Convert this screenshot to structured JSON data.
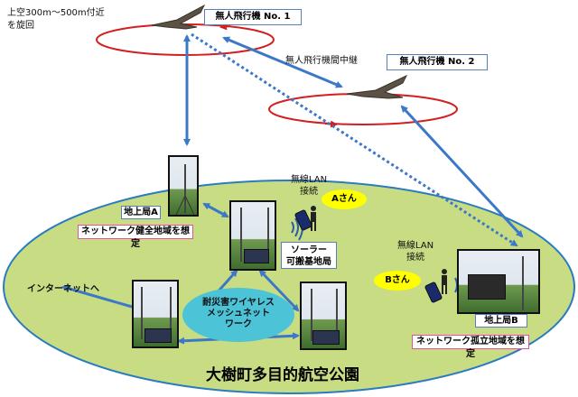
{
  "altitude_note": [
    "上空300m～500m付近",
    "を旋回"
  ],
  "drones": [
    {
      "label": "無人飛行機 No. 1"
    },
    {
      "label": "無人飛行機 No. 2"
    }
  ],
  "relay_label": "無人飛行機間中継",
  "ground_station_a": {
    "label": "地上局A",
    "note": "ネットワーク健全地域を想定"
  },
  "ground_station_b": {
    "label": "地上局B",
    "note": "ネットワーク孤立地域を想定"
  },
  "solar_base": [
    "ソーラー",
    "可搬基地局"
  ],
  "wlan_left": [
    "無線LAN",
    "接続"
  ],
  "wlan_right": [
    "無線LAN",
    "接続"
  ],
  "person_a": "Aさん",
  "person_b": "Bさん",
  "internet": "インターネットへ",
  "mesh": [
    "耐災害ワイヤレス",
    "メッシュネット",
    "ワーク"
  ],
  "park_name": "大樹町多目的航空公園",
  "colors": {
    "field": "#c8dc83",
    "field_border": "#2a7bbf",
    "arrow": "#3c78c8",
    "orbit": "#d21f1f",
    "mesh": "#4cc3d6",
    "bubble": "#ffff00"
  }
}
